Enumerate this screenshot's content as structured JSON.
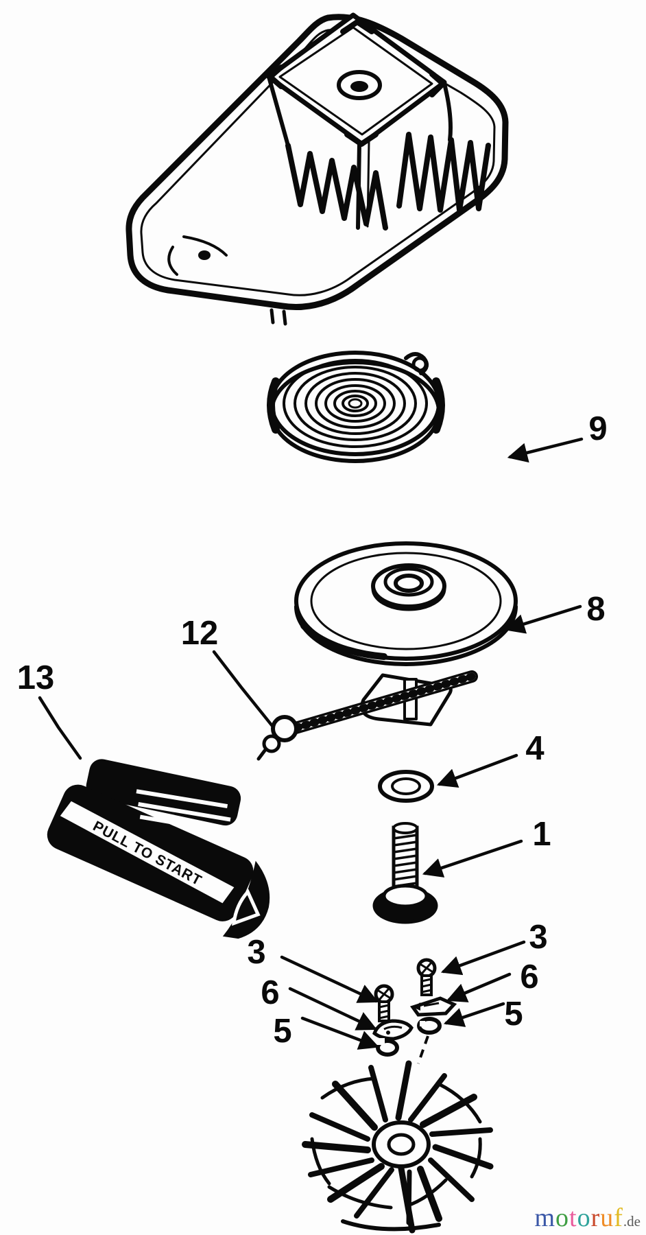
{
  "callouts": [
    {
      "label": "9"
    },
    {
      "label": "8"
    },
    {
      "label": "12"
    },
    {
      "label": "13"
    },
    {
      "label": "4"
    },
    {
      "label": "1"
    },
    {
      "label": "3"
    },
    {
      "label": "6"
    },
    {
      "label": "5"
    },
    {
      "label": "3"
    },
    {
      "label": "6"
    },
    {
      "label": "5"
    }
  ],
  "handle": {
    "label": "PULL TO START"
  },
  "watermark": {
    "letters": [
      {
        "char": "m",
        "color": "#3a57a7"
      },
      {
        "char": "o",
        "color": "#3f9e43"
      },
      {
        "char": "t",
        "color": "#ea5b9c"
      },
      {
        "char": "o",
        "color": "#2fa39b"
      },
      {
        "char": "r",
        "color": "#c9492c"
      },
      {
        "char": "u",
        "color": "#ef8d27"
      },
      {
        "char": "f",
        "color": "#e2bb25"
      }
    ],
    "suffix": ".de"
  },
  "colors": {
    "ink": "#0a0a0a",
    "paper": "#fdfdfd"
  }
}
